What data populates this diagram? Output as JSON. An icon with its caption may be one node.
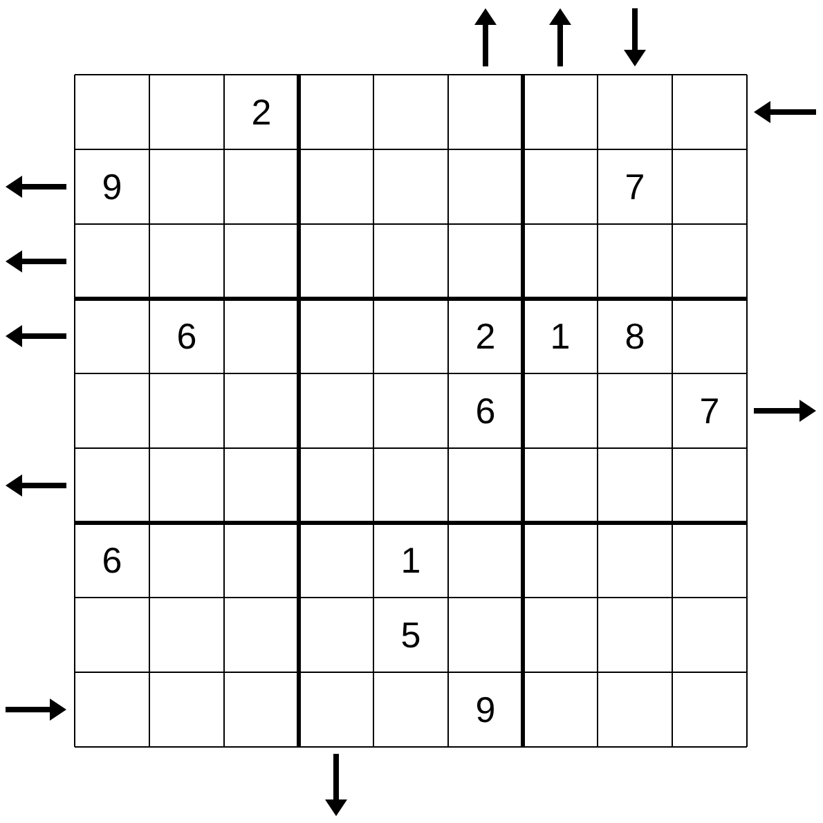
{
  "diagram": {
    "labels": [
      "2",
      "9",
      "7",
      "6",
      "2",
      "1",
      "8",
      "6",
      "7",
      "6",
      "1",
      "5",
      "9"
    ]
  }
}
